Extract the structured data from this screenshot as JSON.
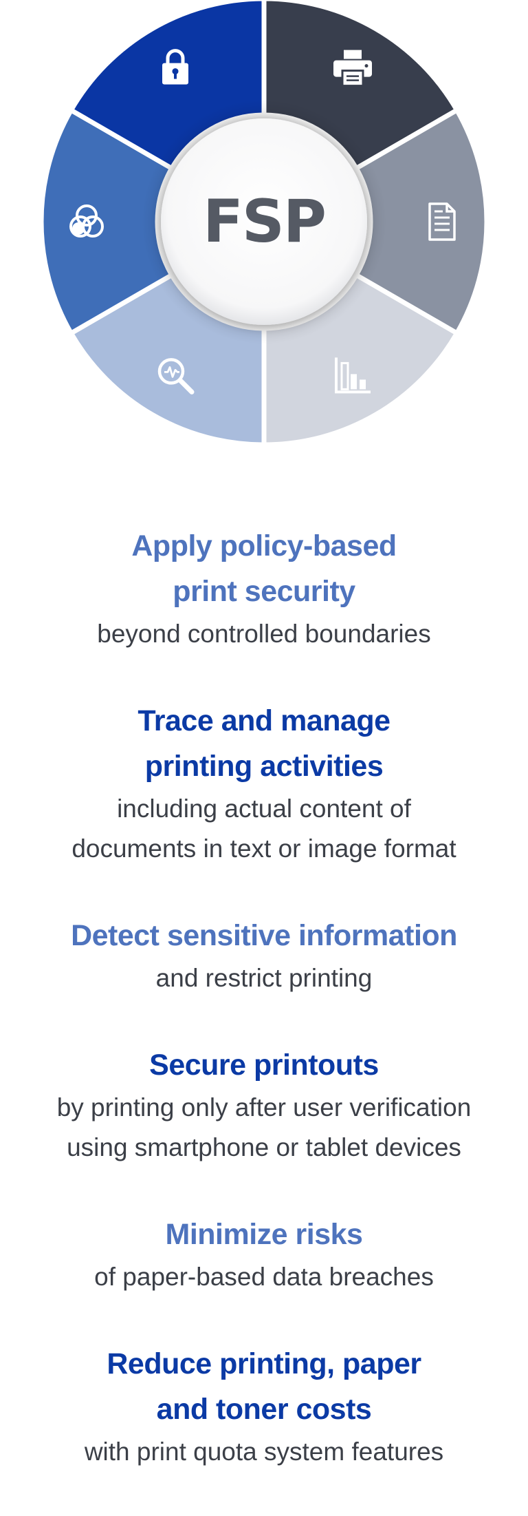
{
  "diagram": {
    "center_label": "FSP",
    "segments": [
      {
        "icon": "printer-icon",
        "color": "#383e4d"
      },
      {
        "icon": "document-icon",
        "color": "#8a92a2"
      },
      {
        "icon": "bar-chart-icon",
        "color": "#d1d5de"
      },
      {
        "icon": "magnifier-icon",
        "color": "#a9bcdc"
      },
      {
        "icon": "color-circles-icon",
        "color": "#3f6eb8"
      },
      {
        "icon": "lock-icon",
        "color": "#0a36a4"
      }
    ],
    "center_color": "#555a64"
  },
  "features": [
    {
      "title_lines": [
        "Apply policy-based",
        "print security"
      ],
      "desc_lines": [
        "beyond controlled boundaries"
      ],
      "style": "light"
    },
    {
      "title_lines": [
        "Trace and manage",
        "printing activities"
      ],
      "desc_lines": [
        "including actual content of",
        "documents in text or image format"
      ],
      "style": "dark"
    },
    {
      "title_lines": [
        "Detect sensitive information"
      ],
      "desc_lines": [
        "and restrict printing"
      ],
      "style": "light"
    },
    {
      "title_lines": [
        "Secure printouts"
      ],
      "desc_lines": [
        "by printing only after user verification",
        "using smartphone or tablet devices"
      ],
      "style": "dark"
    },
    {
      "title_lines": [
        "Minimize risks"
      ],
      "desc_lines": [
        "of paper-based data breaches"
      ],
      "style": "light"
    },
    {
      "title_lines": [
        "Reduce printing, paper",
        "and toner costs"
      ],
      "desc_lines": [
        "with print quota system features"
      ],
      "style": "dark"
    }
  ],
  "colors": {
    "title_light": "#4e73bd",
    "title_dark": "#0b3aa5",
    "body_text": "#3b3f47"
  }
}
